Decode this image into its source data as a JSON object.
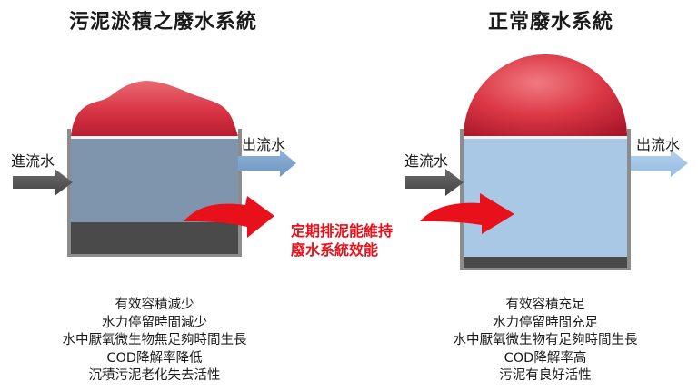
{
  "left_panel": {
    "title": "污泥淤積之廢水系統",
    "inflow_label": "進流水",
    "outflow_label": "出流水",
    "descriptions": [
      "有效容積減少",
      "水力停留時間減少",
      "水中厭氧微生物無足夠時間生長",
      "COD降解率降低",
      "沉積污泥老化失去活性"
    ]
  },
  "right_panel": {
    "title": "正常廢水系統",
    "inflow_label": "進流水",
    "outflow_label": "出流水",
    "descriptions": [
      "有效容積充足",
      "水力停留時間充足",
      "水中厭氧微生物有足夠時間生長",
      "COD降解率高",
      "污泥有良好活性"
    ]
  },
  "center_note": {
    "line1": "定期排泥能維持",
    "line2": "廢水系統效能"
  },
  "colors": {
    "dome_red": "#e03545",
    "left_water": "#7f95ad",
    "right_water": "#a8c8e6",
    "sludge": "#4a4a4a",
    "arrow_gray": "#555555",
    "arrow_blue": "#7ea6cf",
    "accent_red": "#e8101a"
  }
}
